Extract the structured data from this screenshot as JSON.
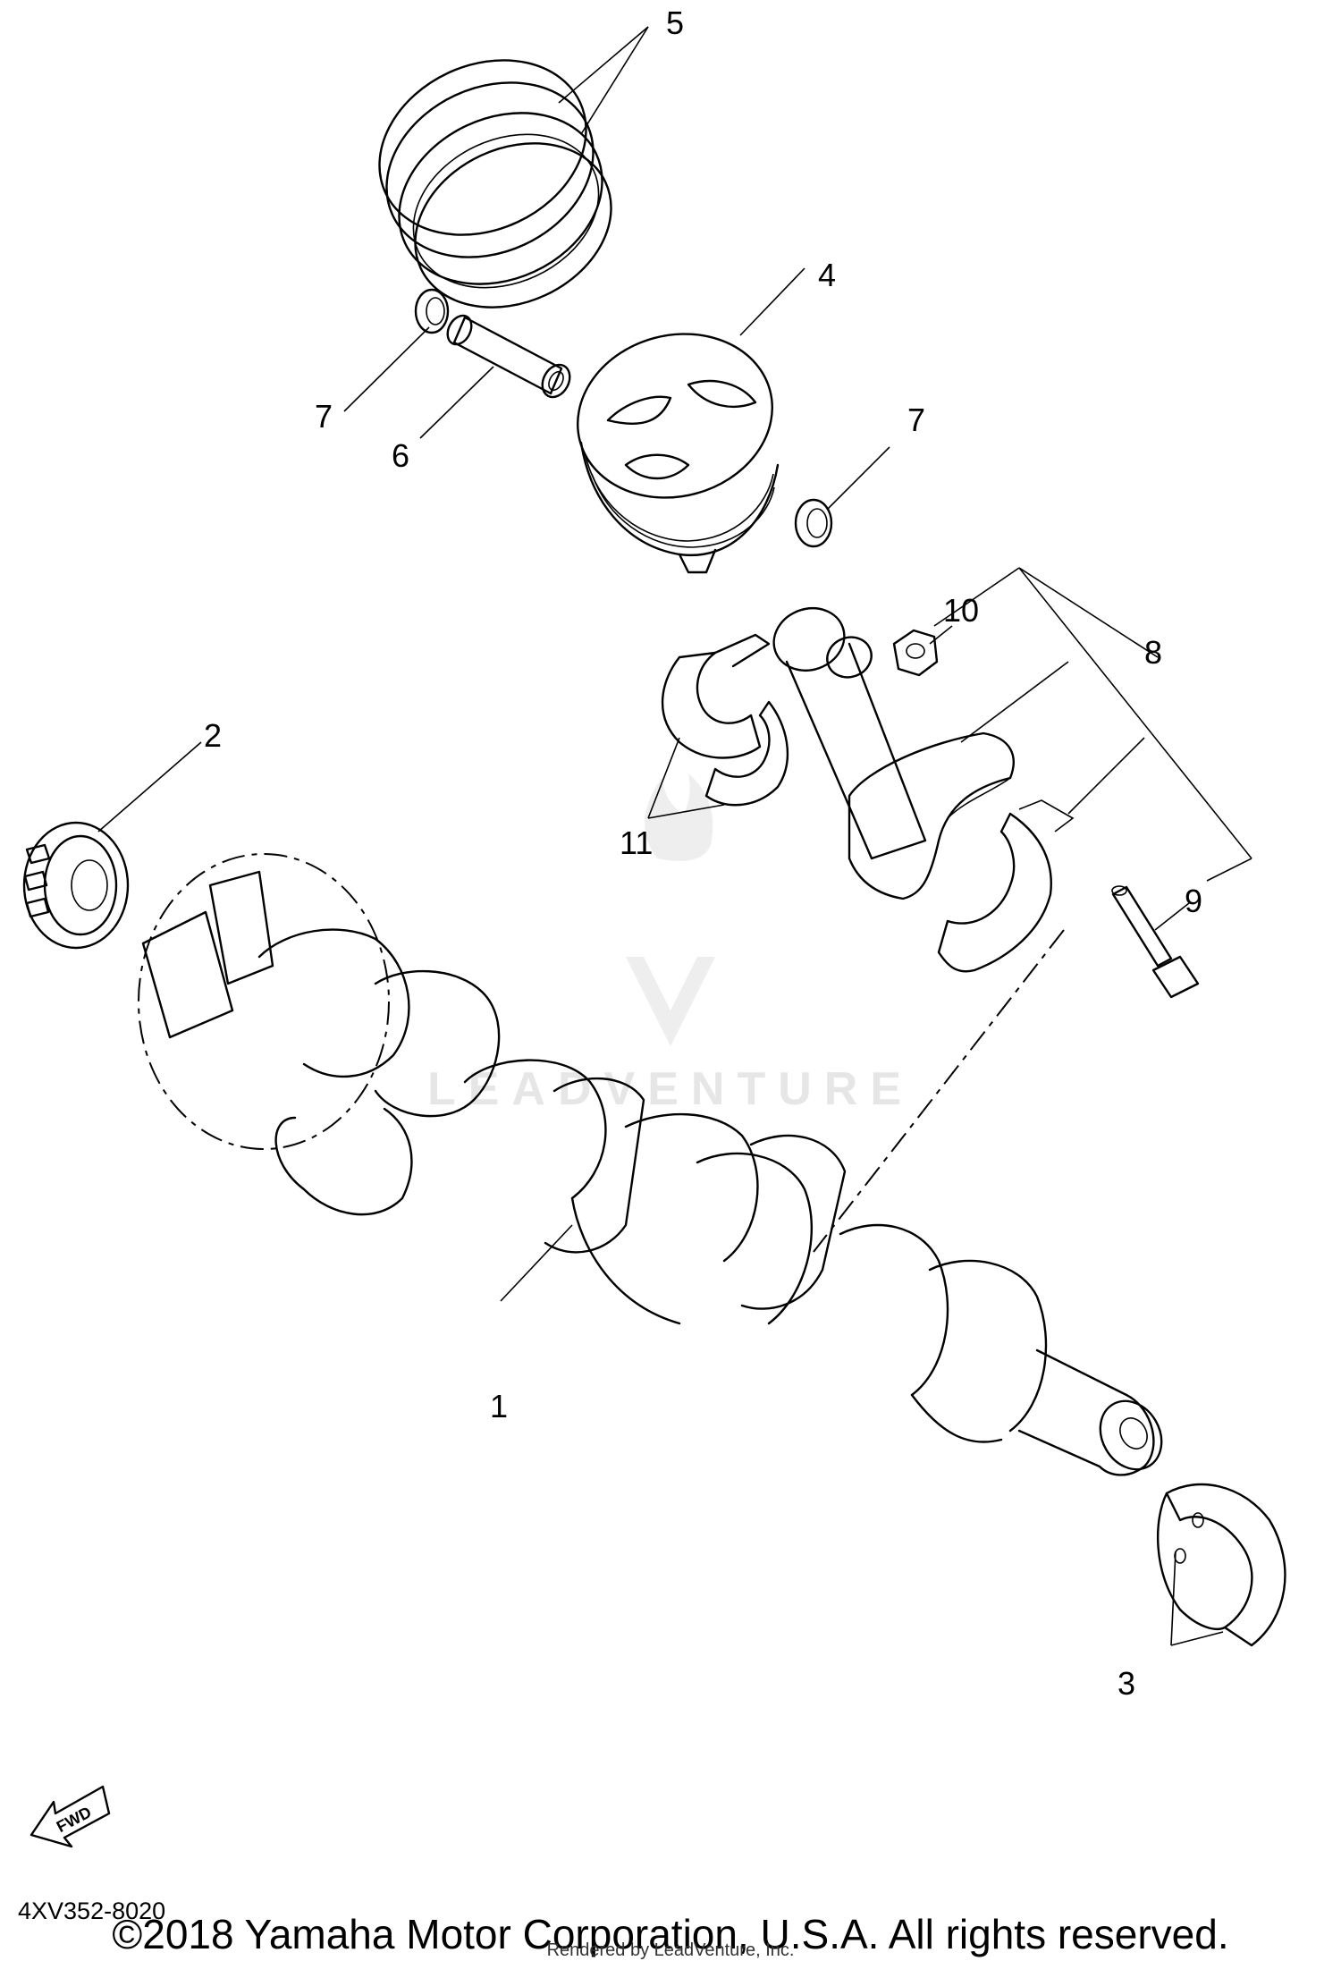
{
  "diagram": {
    "callouts": [
      {
        "id": "1",
        "text": "1"
      },
      {
        "id": "2",
        "text": "2"
      },
      {
        "id": "3",
        "text": "3"
      },
      {
        "id": "4",
        "text": "4"
      },
      {
        "id": "5",
        "text": "5"
      },
      {
        "id": "6",
        "text": "6"
      },
      {
        "id": "7a",
        "text": "7"
      },
      {
        "id": "7b",
        "text": "7"
      },
      {
        "id": "8",
        "text": "8"
      },
      {
        "id": "9",
        "text": "9"
      },
      {
        "id": "10",
        "text": "10"
      },
      {
        "id": "11",
        "text": "11"
      }
    ],
    "fwd_label": "FWD",
    "watermark_text": "LEADVENTURE",
    "part_code": "4XV352-8020",
    "copyright": "©2018 Yamaha Motor Corporation, U.S.A. All rights reserved.",
    "rendered_by": "Rendered by LeadVenture, Inc."
  }
}
